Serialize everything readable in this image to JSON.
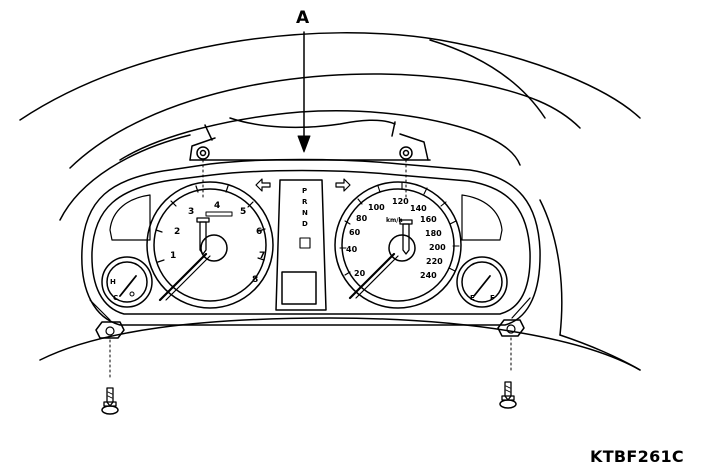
{
  "callout_label": "A",
  "figure_code": "KTBF261C",
  "tachometer": {
    "scale": [
      "1",
      "2",
      "3",
      "4",
      "5",
      "6",
      "7",
      "8"
    ]
  },
  "speedometer": {
    "unit": "km/h",
    "scale": [
      "20",
      "40",
      "60",
      "80",
      "100",
      "120",
      "140",
      "160",
      "180",
      "200",
      "220",
      "240"
    ]
  },
  "left_small_gauge": {
    "marks": [
      "H",
      "C"
    ]
  },
  "right_small_gauge": {
    "marks": [
      "F",
      "E"
    ]
  },
  "gear_indicator": [
    "P",
    "R",
    "N",
    "D"
  ],
  "colors": {
    "line": "#000000",
    "background": "#ffffff"
  }
}
